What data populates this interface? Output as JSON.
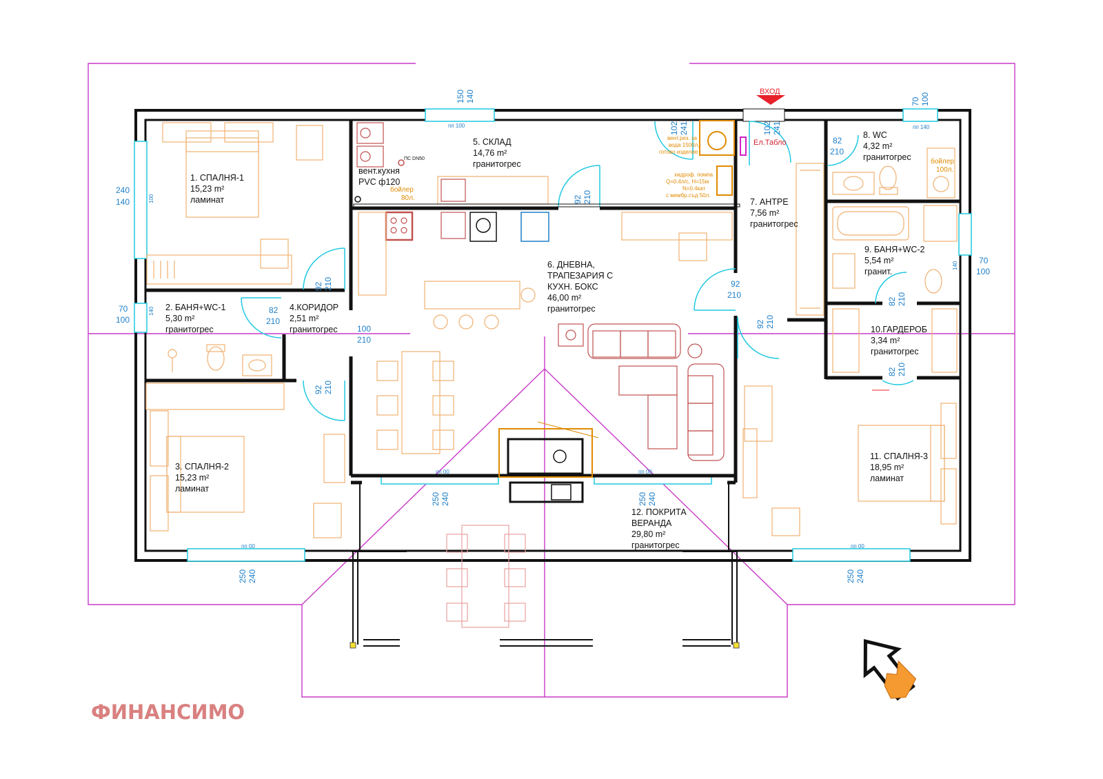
{
  "rooms": [
    {
      "name": "1. СПАЛНЯ-1",
      "area": "15,23 m²",
      "floor": "ламинат"
    },
    {
      "name": "2. БАНЯ+WC-1",
      "area": "5,30 m²",
      "floor": "гранитогрес"
    },
    {
      "name": "3. СПАЛНЯ-2",
      "area": "15,23 m²",
      "floor": "ламинат"
    },
    {
      "name": "4.КОРИДОР",
      "area": "2,51 m²",
      "floor": "гранитогрес"
    },
    {
      "name": "5. СКЛАД",
      "area": "14,76 m²",
      "floor": "гранитогрес"
    },
    {
      "name1": "6. ДНЕВНА,",
      "name2": "ТРАПЕЗАРИЯ С",
      "name3": "КУХН. БОКС",
      "area": "46,00 m²",
      "floor": "гранитогрес"
    },
    {
      "name": "7. АНТРЕ",
      "area": "7,56 m²",
      "floor": "гранитогрес"
    },
    {
      "name": "8. WC",
      "area": "4,32 m²",
      "floor": "гранитогрес"
    },
    {
      "name": "9. БАНЯ+WC-2",
      "area": "5,54 m²",
      "floor": "гранит."
    },
    {
      "name": "10.ГАРДЕРОБ",
      "area": "3,34 m²",
      "floor": "гранитогрес"
    },
    {
      "name": "11. СПАЛНЯ-3",
      "area": "18,95 m²",
      "floor": "ламинат"
    },
    {
      "name1": "12. ПОКРИТА",
      "name2": "ВЕРАНДА",
      "area": "29,80 m²",
      "floor": "гранитогрес"
    }
  ],
  "notes": {
    "entrance": "ВХОД",
    "panel": "Ел.Табло",
    "vent1": "вент.кухня",
    "vent2": "PVC ф120",
    "boiler_kitchen1": "бойлер",
    "boiler_kitchen2": "80л.",
    "boiler_wc1": "бойлер",
    "boiler_wc2": "100л.",
    "pipe": "ПС DN50",
    "tank1": "вент.рез. за",
    "tank2": "вода 1500л.",
    "tank3": "готово изделие",
    "pump1": "хидроф. помпа",
    "pump2": "Q=0.4л/с, H=15м",
    "pump3": "N=0.4кат",
    "pump4": "с мембр.съд 50л."
  },
  "dimensions": {
    "d150": "150",
    "d140": "140",
    "d70": "70",
    "d100": "100",
    "d240": "240",
    "d250": "250",
    "d92": "92",
    "d210": "210",
    "d82": "82",
    "d102": "102",
    "d241": "241",
    "pp100": "пп 100",
    "pp140": "пп 140",
    "pp00": "пп 00"
  },
  "brand": "ФИНАНСИМО",
  "colors": {
    "walls": "#111111",
    "roof_outline": "#c839c8",
    "doors_windows": "#1fc8e0",
    "furniture": "#f0b070",
    "living_furniture": "#c05050",
    "dimension_text": "#1e7fc8",
    "entrance_arrow": "#e8202a",
    "north_arrow_fill": "#f59a30",
    "brand": "#d98080"
  }
}
